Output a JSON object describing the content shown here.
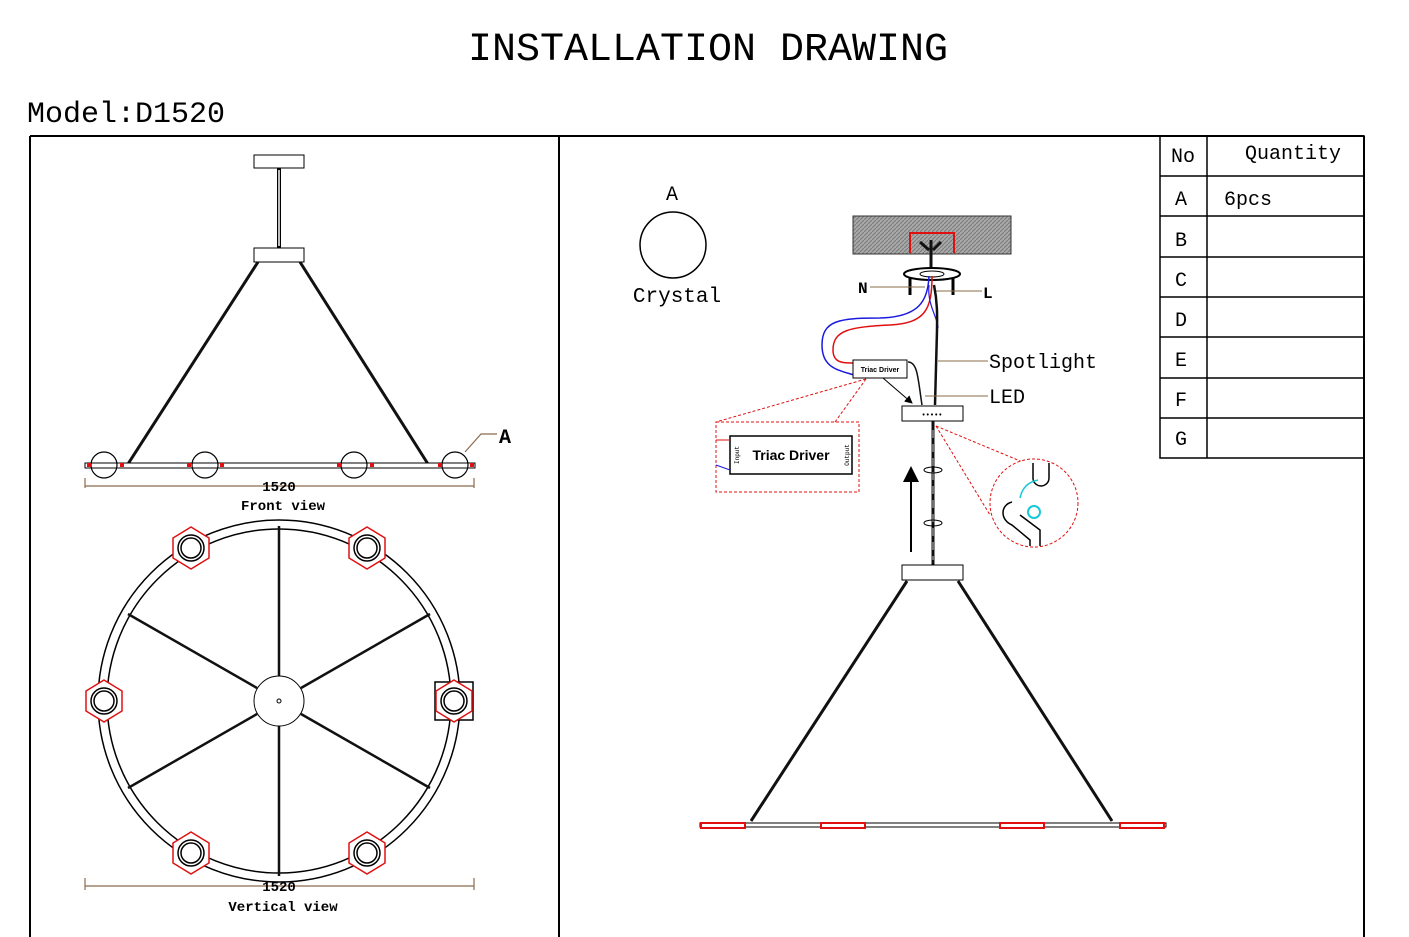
{
  "title": "INSTALLATION DRAWING",
  "model_label": "Model:D1520",
  "front_view": {
    "dimension": "1520",
    "caption": "Front view",
    "callout": "A"
  },
  "vertical_view": {
    "dimension": "1520",
    "caption": "Vertical view"
  },
  "install": {
    "crystal_letter": "A",
    "crystal_label": "Crystal",
    "neutral_label": "N",
    "live_label": "L",
    "spotlight_label": "Spotlight",
    "led_label": "LED",
    "driver_small_label": "Triac Driver",
    "driver_large_label": "Triac Driver",
    "driver_input": "Input",
    "driver_output": "Output"
  },
  "table": {
    "headers": [
      "No",
      "Quantity"
    ],
    "rows": [
      {
        "no": "A",
        "qty": "6pcs"
      },
      {
        "no": "B",
        "qty": ""
      },
      {
        "no": "C",
        "qty": ""
      },
      {
        "no": "D",
        "qty": ""
      },
      {
        "no": "E",
        "qty": ""
      },
      {
        "no": "F",
        "qty": ""
      },
      {
        "no": "G",
        "qty": ""
      }
    ]
  },
  "colors": {
    "accent_red": "#e01010",
    "wire_blue": "#1a1ae0",
    "dimension_brown": "#8b6b4a",
    "ceiling_gray": "#9a9a9a"
  }
}
